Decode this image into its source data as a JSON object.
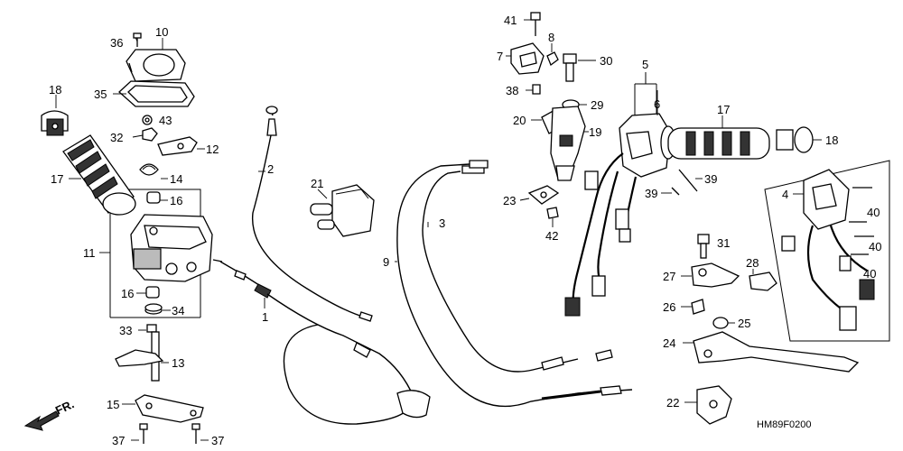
{
  "diagram_code": "HM89F0200",
  "direction_label": "FR.",
  "callouts": {
    "c1": "1",
    "c2": "2",
    "c3": "3",
    "c4": "4",
    "c5": "5",
    "c6": "6",
    "c7": "7",
    "c8": "8",
    "c9": "9",
    "c10": "10",
    "c11": "11",
    "c12": "12",
    "c13": "13",
    "c14": "14",
    "c15": "15",
    "c16a": "16",
    "c16b": "16",
    "c17a": "17",
    "c17b": "17",
    "c18a": "18",
    "c18b": "18",
    "c19": "19",
    "c20": "20",
    "c21": "21",
    "c22": "22",
    "c23": "23",
    "c24": "24",
    "c25": "25",
    "c26": "26",
    "c27": "27",
    "c28": "28",
    "c29": "29",
    "c30": "30",
    "c31": "31",
    "c32": "32",
    "c33": "33",
    "c34": "34",
    "c35": "35",
    "c36": "36",
    "c37a": "37",
    "c37b": "37",
    "c38": "38",
    "c39a": "39",
    "c39b": "39",
    "c40a": "40",
    "c40b": "40",
    "c40c": "40",
    "c41": "41",
    "c42": "42",
    "c43": "43"
  }
}
